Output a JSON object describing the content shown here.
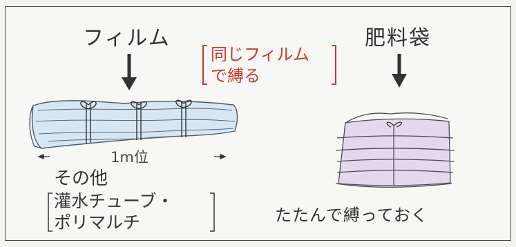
{
  "film": {
    "label": "フィルム",
    "note_line1": "同じフィルム",
    "note_line2": "で縛る",
    "length": "1m位"
  },
  "bag": {
    "label": "肥料袋",
    "caption": "たたんで縛っておく"
  },
  "other": {
    "title": "その他",
    "item1": "灌水チューブ・",
    "item2": "ポリマルチ"
  },
  "colors": {
    "film_fill": "#d6e6f2",
    "bag_fill": "#e4d8ec",
    "note_red": "#c83a2c",
    "ink": "#333333"
  }
}
